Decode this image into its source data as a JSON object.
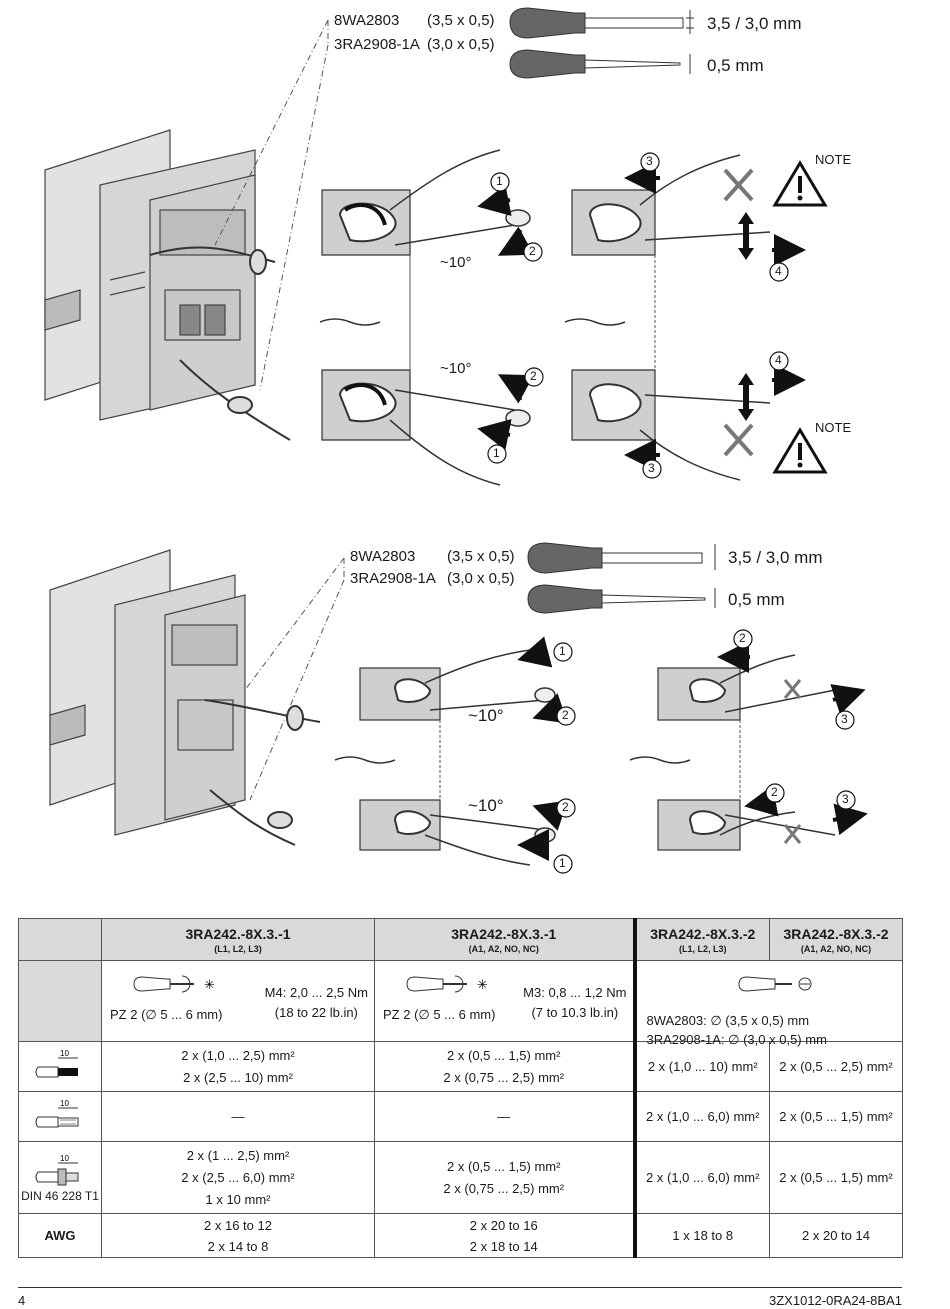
{
  "top": {
    "tool1_code": "8WA2803",
    "tool1_size": "(3,5 x 0,5)",
    "tool2_code": "3RA2908-1A",
    "tool2_size": "(3,0 x 0,5)",
    "blade_width": "3,5 / 3,0 mm",
    "blade_thick": "0,5 mm",
    "angle": "~10°",
    "note": "NOTE"
  },
  "bottom": {
    "tool1_code": "8WA2803",
    "tool1_size": "(3,5 x 0,5)",
    "tool2_code": "3RA2908-1A",
    "tool2_size": "(3,0 x 0,5)",
    "blade_width": "3,5 / 3,0 mm",
    "blade_thick": "0,5 mm",
    "angle": "~10°"
  },
  "steps": [
    "1",
    "2",
    "3",
    "4"
  ],
  "table": {
    "headers": [
      {
        "main": "3RA242.-8X.3.-1",
        "sub": "(L1, L2, L3)"
      },
      {
        "main": "3RA242.-8X.3.-1",
        "sub": "(A1, A2, NO, NC)"
      },
      {
        "main": "3RA242.-8X.3.-2",
        "sub": "(L1, L2, L3)"
      },
      {
        "main": "3RA242.-8X.3.-2",
        "sub": "(A1, A2, NO, NC)"
      }
    ],
    "tools": {
      "c1_left": "PZ 2 (∅ 5 ... 6 mm)",
      "c1_right_1": "M4: 2,0 ... 2,5 Nm",
      "c1_right_2": "(18 to 22 lb.in)",
      "c2_left": "PZ 2 (∅ 5 ... 6 mm)",
      "c2_right_1": "M3: 0,8 ... 1,2 Nm",
      "c2_right_2": "(7 to 10.3 lb.in)",
      "c3_line1": "8WA2803: ∅ (3,5 x 0,5) mm",
      "c3_line2": "3RA2908-1A: ∅ (3,0 x 0,5) mm"
    },
    "strip_len": "10",
    "din_label": "DIN 46 228 T1",
    "awg_label": "AWG",
    "dash": "—",
    "row1": {
      "c1": [
        "2 x (1,0 ... 2,5) mm²",
        "2 x (2,5 ... 10) mm²"
      ],
      "c2": [
        "2 x (0,5 ... 1,5) mm²",
        "2 x (0,75 ... 2,5) mm²"
      ],
      "c3": "2 x (1,0 ... 10) mm²",
      "c4": "2 x (0,5 ... 2,5) mm²"
    },
    "row2": {
      "c3": "2 x (1,0 ... 6,0) mm²",
      "c4": "2 x (0,5 ... 1,5) mm²"
    },
    "row3": {
      "c1": [
        "2 x (1 ... 2,5) mm²",
        "2 x (2,5 ... 6,0) mm²",
        "1 x 10 mm²"
      ],
      "c2": [
        "2 x (0,5 ... 1,5) mm²",
        "2 x (0,75 ... 2,5) mm²"
      ],
      "c3": "2 x (1,0 ... 6,0) mm²",
      "c4": "2 x (0,5 ... 1,5) mm²"
    },
    "row4": {
      "c1": [
        "2 x 16 to 12",
        "2 x 14 to 8"
      ],
      "c2": [
        "2 x 20 to 16",
        "2 x 18 to 14"
      ],
      "c3": "1 x 18 to 8",
      "c4": "2 x 20 to 14"
    }
  },
  "footer": {
    "page": "4",
    "doc": "3ZX1012-0RA24-8BA1"
  }
}
